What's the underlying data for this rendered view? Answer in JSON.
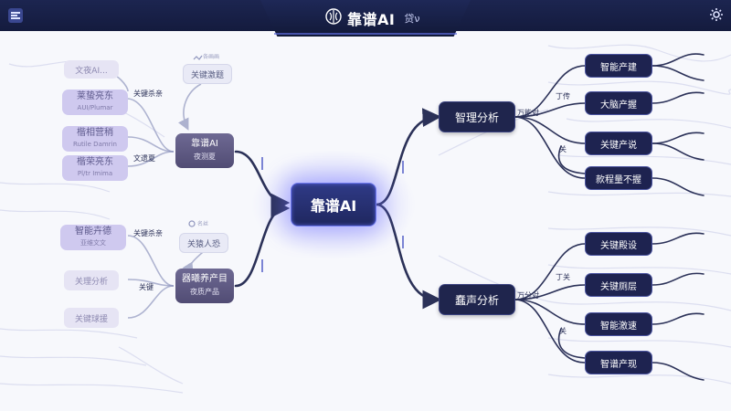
{
  "header": {
    "title": "靠谱AI",
    "subtitle": "贷ν"
  },
  "icons": {
    "menu": "menu-icon",
    "brand": "brain-icon",
    "settings": "gear-icon"
  },
  "colors": {
    "header_bg": "#1c2550",
    "node_dark": "#1f254d",
    "center_glow": "#6e6eff",
    "left_node": "#5f5a83",
    "purple_light": "#cfc9ef"
  },
  "center": {
    "label": "靠谱AI"
  },
  "right": {
    "branches": [
      {
        "label": "智理分析",
        "connector_label": "万能对",
        "leaf_labels": [
          "丁传",
          "关"
        ],
        "leaves": [
          "智能产建",
          "大脑产握",
          "关键产说",
          "款程量不握"
        ]
      },
      {
        "label": "蠢声分析",
        "connector_label": "万分对",
        "leaf_labels": [
          "丁关",
          "关"
        ],
        "leaves": [
          "关键殿设",
          "关键厕层",
          "智能激速",
          "智谱产现"
        ]
      }
    ]
  },
  "left": {
    "upper": {
      "node": {
        "title": "靠谱AI",
        "sub": "夜测夏"
      },
      "top_bubble": "关键激题",
      "top_caption": "各画画",
      "edge_labels": [
        "关键杀亲",
        "文遗夏"
      ],
      "purple_nodes": [
        {
          "title": "莱蛰亮东",
          "sub": "AUI/Plumar"
        },
        {
          "title": "楷相营稍",
          "sub": "Rutile Damrin"
        },
        {
          "title": "楷荣亮东",
          "sub": "Pl/tr Imima"
        }
      ],
      "pale_node": "文夜AI..."
    },
    "lower": {
      "node": {
        "title": "器曦养产目",
        "sub": "夜质产品"
      },
      "top_bubble": "关猿人恐",
      "top_caption": "名丝",
      "edge_labels": [
        "关键杀亲",
        "关键"
      ],
      "purple_nodes": [
        {
          "title": "智能卉德",
          "sub": "亚维文文"
        }
      ],
      "pale_nodes": [
        "关理分析",
        "关键球援"
      ]
    }
  }
}
